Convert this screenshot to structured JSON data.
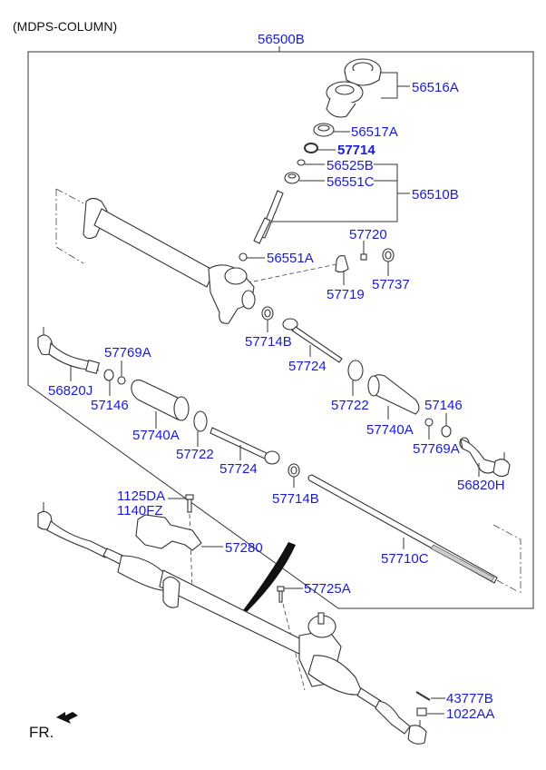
{
  "header": {
    "title": "(MDPS-COLUMN)"
  },
  "assembly_label": "56500B",
  "direction": {
    "label": "FR.",
    "icon": "front-arrow-icon"
  },
  "callouts": {
    "p56516A": "56516A",
    "p56517A": "56517A",
    "p57714": "57714",
    "p56525B": "56525B",
    "p56551C": "56551C",
    "p56510B": "56510B",
    "p56551A": "56551A",
    "p57720": "57720",
    "p57719": "57719",
    "p57737": "57737",
    "p57714B_1": "57714B",
    "p57724_1": "57724",
    "p57769A_1": "57769A",
    "p56820J": "56820J",
    "p57146_1": "57146",
    "p57740A_1": "57740A",
    "p57722_1": "57722",
    "p57724_2": "57724",
    "p57714B_2": "57714B",
    "p57722_2": "57722",
    "p57740A_2": "57740A",
    "p57146_2": "57146",
    "p57769A_2": "57769A",
    "p56820H": "56820H",
    "p57710C": "57710C",
    "p1125DA": "1125DA",
    "p1140FZ": "1140FZ",
    "p57280": "57280",
    "p57725A": "57725A",
    "p43777B": "43777B",
    "p1022AA": "1022AA"
  }
}
